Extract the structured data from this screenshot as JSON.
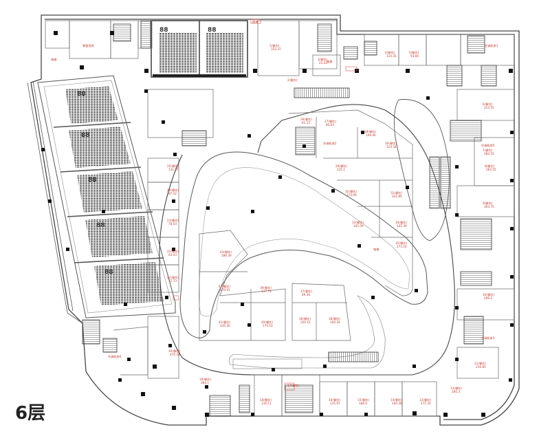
{
  "floor_label": "6层",
  "units": [
    {
      "id": "1",
      "area": "323.37"
    },
    {
      "id": "2",
      "area": ""
    },
    {
      "id": "3",
      "area": "23.43"
    },
    {
      "id": "4",
      "area": "110.35"
    },
    {
      "id": "5",
      "area": "93.66"
    },
    {
      "id": "6",
      "area": "314.55"
    },
    {
      "id": "7",
      "area": "284.55"
    },
    {
      "id": "8",
      "area": "264.55"
    },
    {
      "id": "9",
      "area": "303.75"
    },
    {
      "id": "10",
      "area": "269.3"
    },
    {
      "id": "11",
      "area": "216.85"
    },
    {
      "id": "12",
      "area": "171.35"
    },
    {
      "id": "13",
      "area": "260.3"
    },
    {
      "id": "14",
      "area": "160.36"
    },
    {
      "id": "15",
      "area": "186.6"
    },
    {
      "id": "16",
      "area": "135.97"
    },
    {
      "id": "17",
      "area": ""
    },
    {
      "id": "18",
      "area": "130.11"
    },
    {
      "id": "19",
      "area": "304.1"
    },
    {
      "id": "20",
      "area": "470.28"
    },
    {
      "id": "21",
      "area": "72.73"
    },
    {
      "id": "22",
      "area": "63.43"
    },
    {
      "id": "23",
      "area": "78.54"
    },
    {
      "id": "24",
      "area": "87.32"
    },
    {
      "id": "25",
      "area": "131.57"
    },
    {
      "id": "26",
      "area": "61.15"
    },
    {
      "id": "27",
      "area": "85.64"
    },
    {
      "id": "28",
      "area": "109.46"
    },
    {
      "id": "29",
      "area": "225.1"
    },
    {
      "id": "30",
      "area": "224.34"
    },
    {
      "id": "31",
      "area": "273.09"
    },
    {
      "id": "32",
      "area": "322.85"
    },
    {
      "id": "33",
      "area": "165.59"
    },
    {
      "id": "34",
      "area": "245.39"
    },
    {
      "id": "35",
      "area": "273.14"
    },
    {
      "id": "36",
      "area": "250.15"
    },
    {
      "id": "37",
      "area": "49.36"
    },
    {
      "id": "38",
      "area": "100.34"
    },
    {
      "id": "39",
      "area": "137.79"
    },
    {
      "id": "40",
      "area": "170.10"
    },
    {
      "id": "41",
      "area": "220.30"
    },
    {
      "id": "42",
      "area": "170.91"
    },
    {
      "id": "43",
      "area": "186.39"
    }
  ],
  "unit_suffix": "(餐饮)",
  "services": {
    "stairs_tag": "楼梯",
    "elevator": "电梯",
    "management": "物管用房",
    "aircon_1": "空调机房1",
    "aircon_2": "空调机房2",
    "aircon_3": "空调机房3",
    "aircon_4": "空调机房4",
    "aircon_5": "空调机房5"
  }
}
